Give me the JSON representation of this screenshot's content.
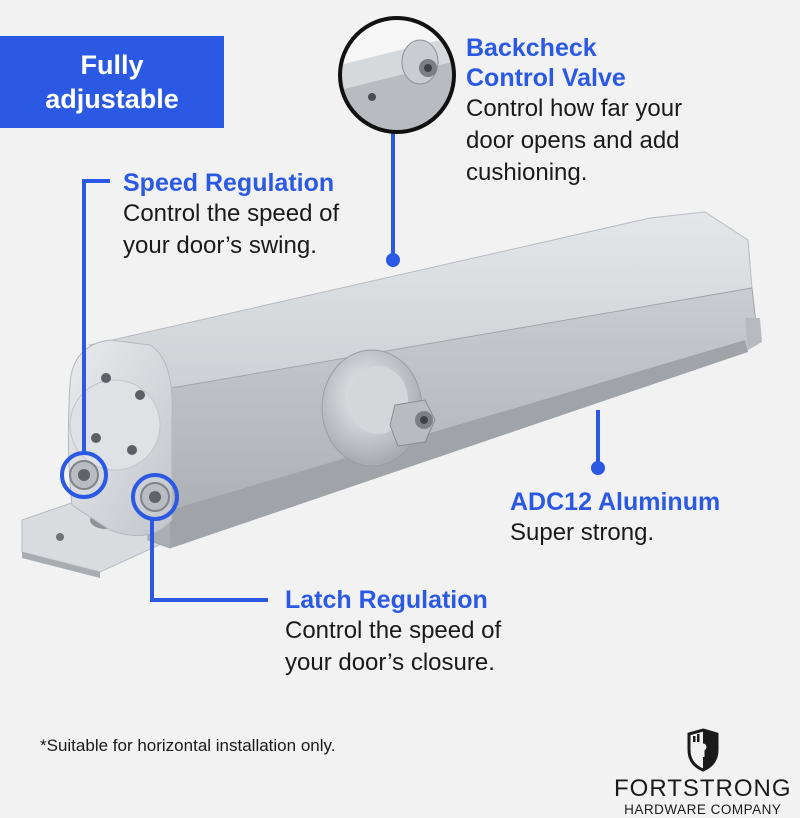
{
  "badge": {
    "line1": "Fully",
    "line2": "adjustable",
    "color": "#2b59e3"
  },
  "backcheck": {
    "title_line1": "Backcheck",
    "title_line2": "Control Valve",
    "desc_line1": "Control how far your",
    "desc_line2": "door opens and add",
    "desc_line3": "cushioning."
  },
  "speed": {
    "title": "Speed Regulation",
    "desc_line1": "Control the speed of",
    "desc_line2": "your door’s swing."
  },
  "aluminum": {
    "title": "ADC12 Aluminum",
    "desc": "Super strong."
  },
  "latch": {
    "title": "Latch Regulation",
    "desc_line1": "Control the speed of",
    "desc_line2": "your door’s closure."
  },
  "footnote": "*Suitable for horizontal installation only.",
  "brand": {
    "name": "FORTSTRONG",
    "subtitle": "HARDWARE COMPANY",
    "icon": "shield-lock-icon"
  },
  "colors": {
    "accent": "#2b59e3",
    "background": "#f2f2f2",
    "text": "#1a1a1a"
  }
}
